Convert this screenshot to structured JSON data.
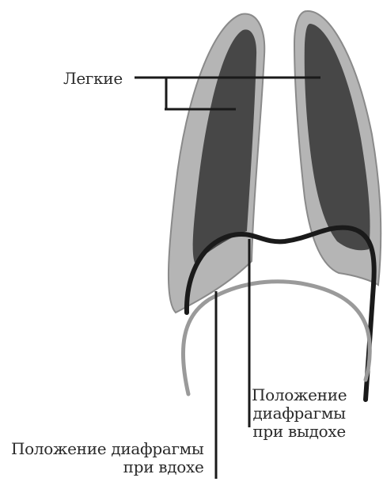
{
  "labels": {
    "lungs": "Легкие",
    "exhale": [
      "Положение",
      "диафрагмы",
      "при выдохе"
    ],
    "inhale": [
      "Положение диафрагмы",
      "при вдохе"
    ]
  },
  "colors": {
    "lung_inner": "#474747",
    "lung_outer": "#b5b5b5",
    "lung_edge": "#8a8a8a",
    "line": "#1a1a1a"
  }
}
